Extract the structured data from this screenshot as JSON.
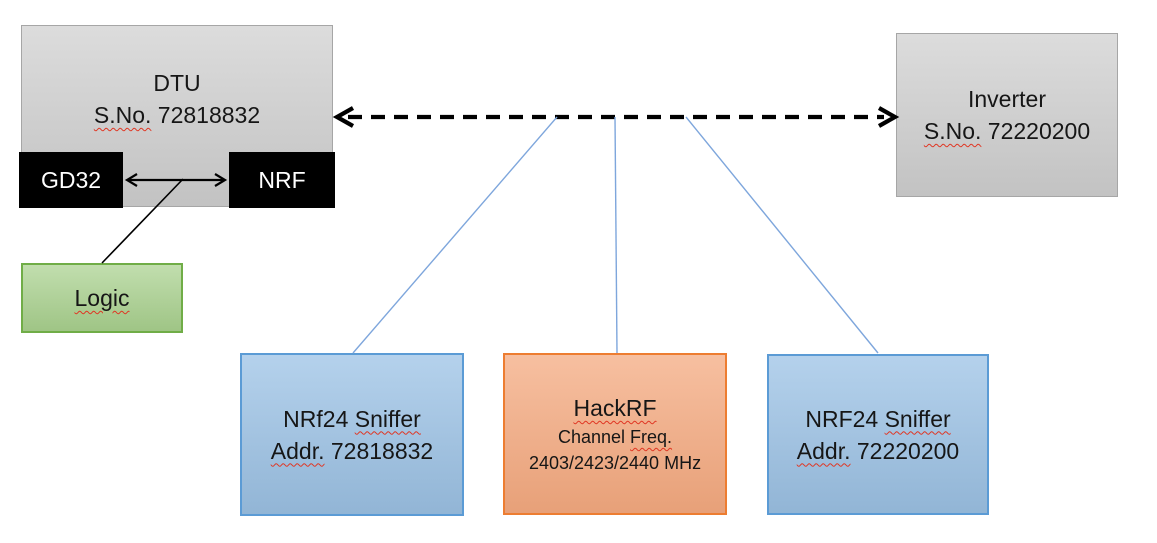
{
  "dtu": {
    "title": "DTU",
    "serial_label": "S.No.",
    "serial": "72818832"
  },
  "chips": {
    "gd32_label": "GD32",
    "nrf_label": "NRF"
  },
  "logic": {
    "label": "Logic"
  },
  "inverter": {
    "title": "Inverter",
    "serial_label": "S.No.",
    "serial": "72220200"
  },
  "sniffer1": {
    "name_prefix": "NRf24",
    "name_word": "Sniffer",
    "addr_label": "Addr.",
    "addr": "72818832"
  },
  "hackrf": {
    "title": "HackRF",
    "freq_word1": "Channel",
    "freq_word2": "Freq.",
    "frequencies": "2403/2423/2440 MHz"
  },
  "sniffer2": {
    "name_prefix": "NRF24",
    "name_word": "Sniffer",
    "addr_label": "Addr.",
    "addr": "72220200"
  },
  "colors": {
    "box_gray": "#cdcdcd",
    "box_gray_border": "#a6a6a6",
    "box_black": "#000000",
    "box_green": "#a9d18e",
    "box_green_border": "#70ad47",
    "box_blue": "#9dc3e6",
    "box_blue_border": "#5b9bd5",
    "box_orange": "#f4a97f",
    "box_orange_border": "#ed7d31",
    "connector_blue": "#7ea6dc",
    "connector_black": "#000000",
    "misspell_red": "#e03522"
  }
}
